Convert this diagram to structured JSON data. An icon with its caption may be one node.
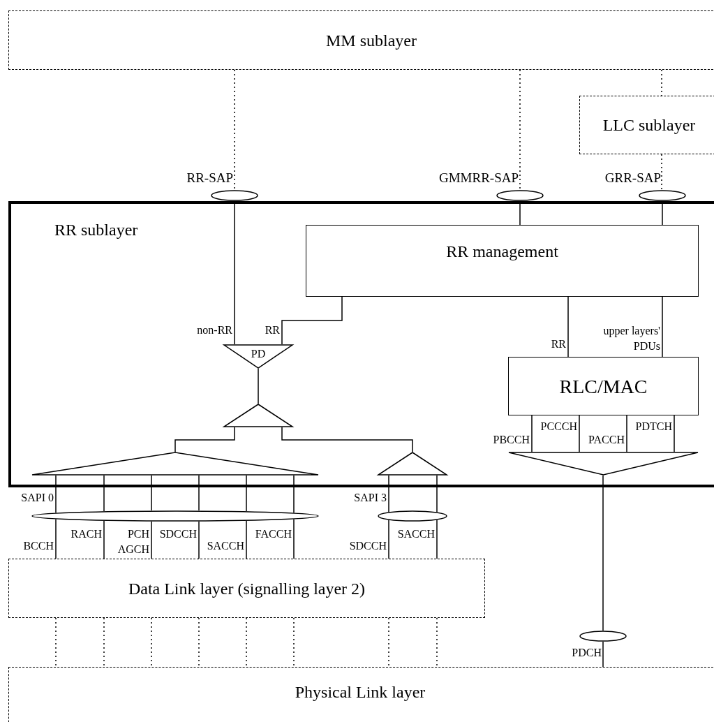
{
  "diagram": {
    "nodes": [
      {
        "text": [
          "MM sublayer"
        ]
      },
      {
        "text": [
          "LLC sublayer"
        ]
      },
      {
        "text": [
          "RR sublayer"
        ]
      },
      {
        "text": [
          "RR management"
        ],
        "in": 2
      },
      {
        "text": [
          "RLC/MAC"
        ],
        "in": 2
      },
      {
        "text": [
          "PD"
        ],
        "in": 2
      },
      {
        "text": [],
        "shape": "triangle",
        "in": 2
      },
      {
        "text": [],
        "shape": "triangle",
        "in": 2
      },
      {
        "text": [],
        "shape": "triangle",
        "in": 2
      },
      {
        "text": [],
        "shape": "triangle",
        "in": 2
      },
      {
        "text": [
          "Data Link layer (signalling layer 2)"
        ]
      },
      {
        "text": [
          "Physical Link layer"
        ]
      },
      {
        "text": [],
        "shape": "ellipse",
        "beside": [
          "RR-SAP"
        ]
      },
      {
        "text": [],
        "shape": "ellipse",
        "beside": [
          "GMMRR-SAP"
        ]
      },
      {
        "text": [],
        "shape": "ellipse",
        "beside": [
          "GRR-SAP"
        ]
      },
      {
        "text": [],
        "shape": "ellipse",
        "beside": [
          "SAPI 0"
        ]
      },
      {
        "text": [],
        "shape": "ellipse",
        "beside": [
          "SAPI 3"
        ]
      },
      {
        "text": [],
        "shape": "ellipse",
        "beside": [
          "PDCH"
        ]
      }
    ],
    "edges": [
      {
        "from": 0,
        "to": 12,
        "arrow": "none",
        "style": "dashed"
      },
      {
        "from": 12,
        "to": 5,
        "arrow": "none",
        "label": "non-RR"
      },
      {
        "from": 0,
        "to": 13,
        "arrow": "none",
        "style": "dashed"
      },
      {
        "from": 13,
        "to": 3,
        "arrow": "none"
      },
      {
        "from": 0,
        "to": 1,
        "arrow": "none",
        "style": "dashed"
      },
      {
        "from": 1,
        "to": 14,
        "arrow": "none",
        "style": "dashed"
      },
      {
        "from": 14,
        "to": 3,
        "arrow": "none"
      },
      {
        "from": 3,
        "to": 5,
        "arrow": "none",
        "label": "RR"
      },
      {
        "from": 3,
        "to": 4,
        "arrow": "none",
        "label": "RR"
      },
      {
        "from": 3,
        "to": 4,
        "arrow": "none",
        "label": "upper layers' PDUs"
      },
      {
        "from": 5,
        "to": 6,
        "arrow": "none"
      },
      {
        "from": 6,
        "to": 7,
        "arrow": "none"
      },
      {
        "from": 6,
        "to": 8,
        "arrow": "none"
      },
      {
        "from": 4,
        "to": 9,
        "arrow": "none",
        "label": "PBCCH"
      },
      {
        "from": 4,
        "to": 9,
        "arrow": "none",
        "label": "PCCCH"
      },
      {
        "from": 4,
        "to": 9,
        "arrow": "none",
        "label": "PACCH"
      },
      {
        "from": 4,
        "to": 9,
        "arrow": "none",
        "label": "PDTCH"
      },
      {
        "from": 9,
        "to": 17,
        "arrow": "none"
      },
      {
        "from": 17,
        "to": 11,
        "arrow": "none"
      },
      {
        "from": 7,
        "to": 15,
        "arrow": "none"
      },
      {
        "from": 7,
        "to": 15,
        "arrow": "none"
      },
      {
        "from": 7,
        "to": 15,
        "arrow": "none"
      },
      {
        "from": 7,
        "to": 15,
        "arrow": "none"
      },
      {
        "from": 7,
        "to": 15,
        "arrow": "none"
      },
      {
        "from": 7,
        "to": 15,
        "arrow": "none"
      },
      {
        "from": 15,
        "to": 10,
        "arrow": "none",
        "label": "BCCH"
      },
      {
        "from": 15,
        "to": 10,
        "arrow": "none",
        "label": "RACH"
      },
      {
        "from": 15,
        "to": 10,
        "arrow": "none",
        "label": "PCH AGCH"
      },
      {
        "from": 15,
        "to": 10,
        "arrow": "none",
        "label": "SDCCH"
      },
      {
        "from": 15,
        "to": 10,
        "arrow": "none",
        "label": "SACCH"
      },
      {
        "from": 15,
        "to": 10,
        "arrow": "none",
        "label": "FACCH"
      },
      {
        "from": 8,
        "to": 16,
        "arrow": "none"
      },
      {
        "from": 8,
        "to": 16,
        "arrow": "none"
      },
      {
        "from": 16,
        "to": 10,
        "arrow": "none",
        "label": "SDCCH"
      },
      {
        "from": 16,
        "to": 10,
        "arrow": "none",
        "label": "SACCH"
      },
      {
        "from": 10,
        "to": 11,
        "arrow": "none",
        "style": "dashed"
      },
      {
        "from": 10,
        "to": 11,
        "arrow": "none",
        "style": "dashed"
      },
      {
        "from": 10,
        "to": 11,
        "arrow": "none",
        "style": "dashed"
      },
      {
        "from": 10,
        "to": 11,
        "arrow": "none",
        "style": "dashed"
      },
      {
        "from": 10,
        "to": 11,
        "arrow": "none",
        "style": "dashed"
      },
      {
        "from": 10,
        "to": 11,
        "arrow": "none",
        "style": "dashed"
      },
      {
        "from": 10,
        "to": 11,
        "arrow": "none",
        "style": "dashed"
      },
      {
        "from": 10,
        "to": 11,
        "arrow": "none",
        "style": "dashed"
      }
    ]
  }
}
